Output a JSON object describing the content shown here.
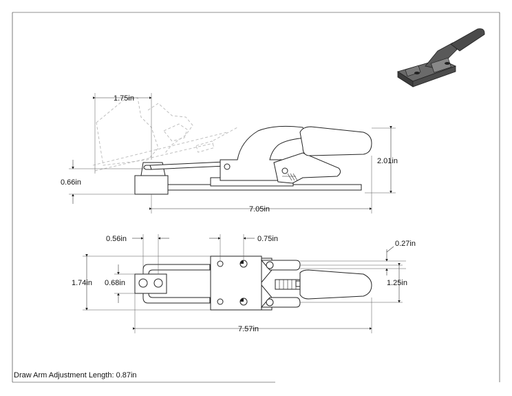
{
  "dimensions": {
    "open_offset": "1.75in",
    "height_overall": "2.01in",
    "base_height": "0.66in",
    "length_side": "7.05in",
    "hole_spacing": "0.56in",
    "plate_offset": "0.75in",
    "hook_offset": "0.27in",
    "width_overall": "1.74in",
    "hole_row_spacing": "0.68in",
    "mount_width": "1.25in",
    "length_top": "7.57in"
  },
  "note": "Draw Arm Adjustment Length: 0.87in",
  "colors": {
    "line": "#222222",
    "ghost": "#b8b8b8",
    "handle": "#ffffff",
    "iso_body": "#555555"
  }
}
